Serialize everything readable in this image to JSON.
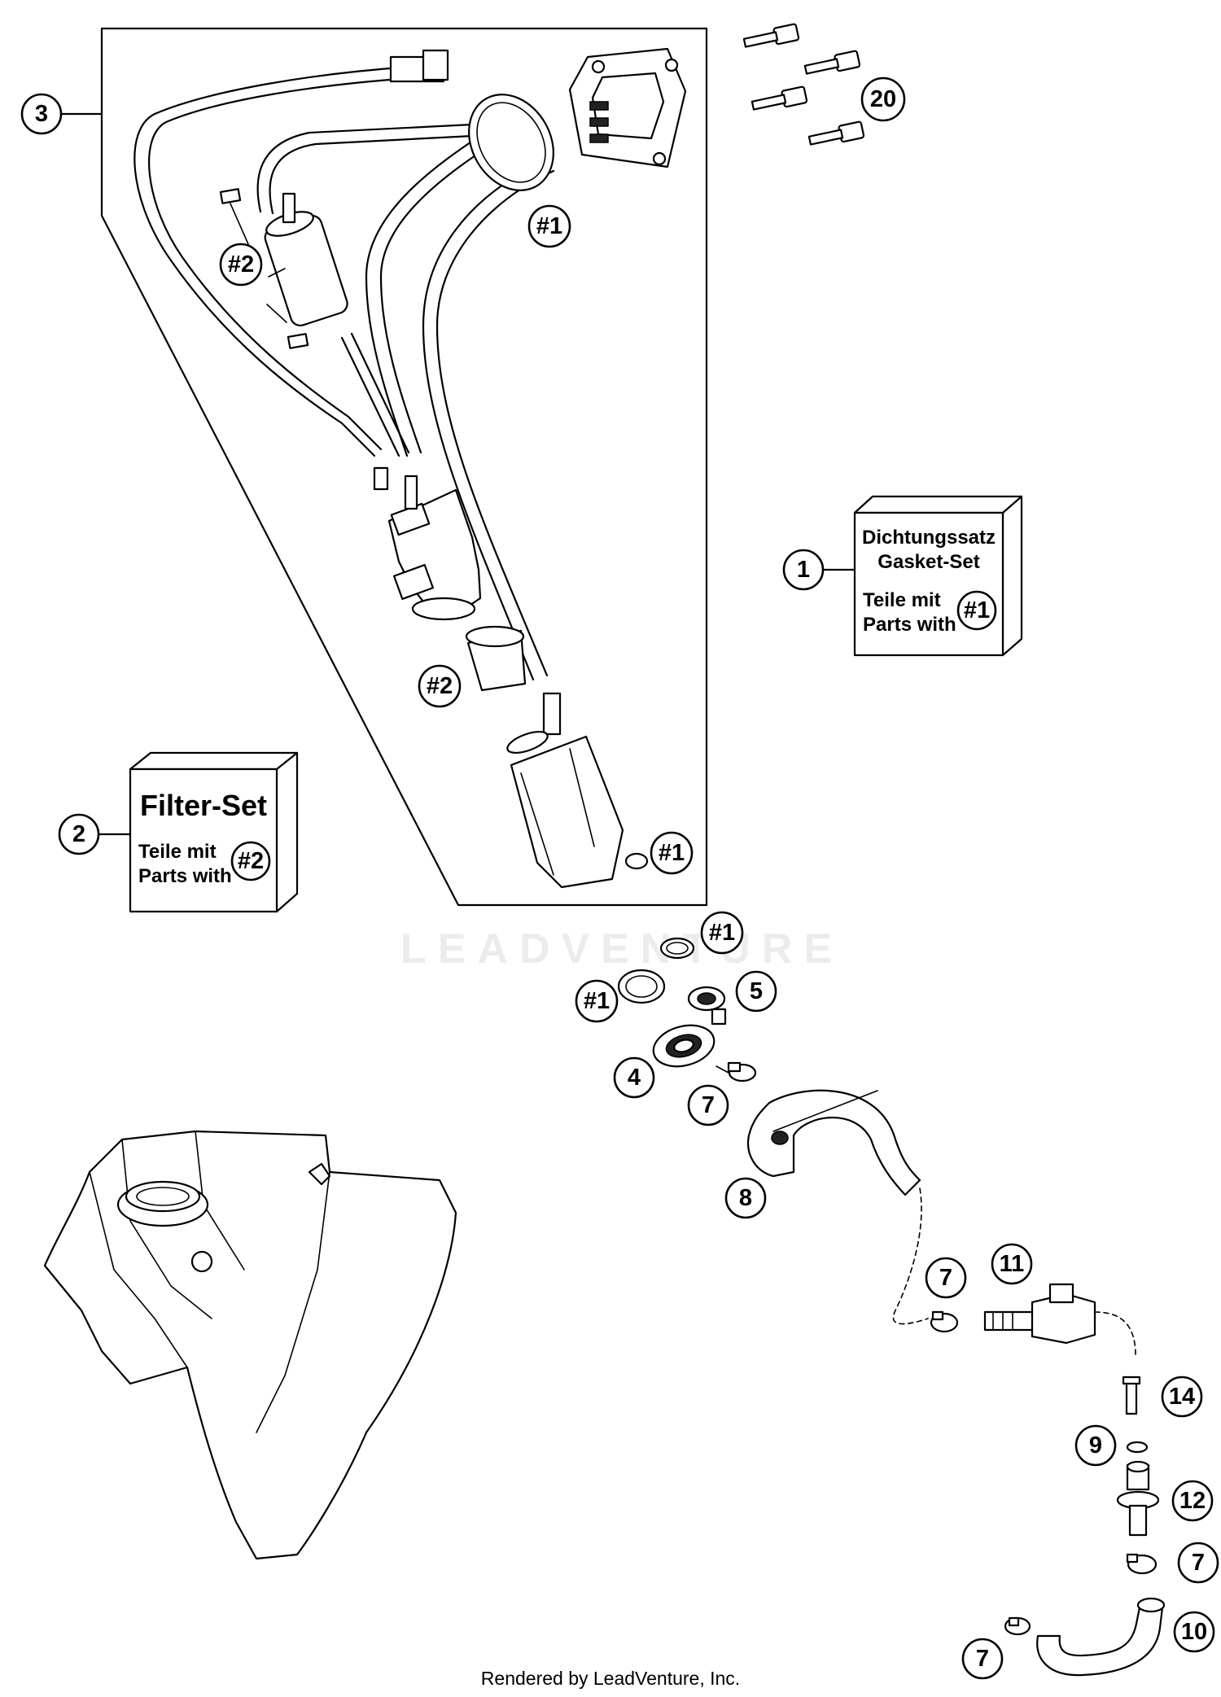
{
  "callouts": {
    "c1": "1",
    "c2": "2",
    "c3": "3",
    "c4": "4",
    "c5": "5",
    "c7a": "7",
    "c7b": "7",
    "c7c": "7",
    "c7d": "7",
    "c8": "8",
    "c9": "9",
    "c10": "10",
    "c11": "11",
    "c12": "12",
    "c14": "14",
    "c20": "20",
    "h1_seal": "#1",
    "h1_pump": "#1",
    "h1_ring_top": "#1",
    "h1_ring_left": "#1",
    "h2_filter": "#2",
    "h2_sleeve": "#2"
  },
  "kit_boxes": {
    "gasket": {
      "line1": "Dichtungssatz",
      "line2": "Gasket-Set",
      "teile": "Teile mit",
      "parts": "Parts with",
      "ref": "#1"
    },
    "filter": {
      "title": "Filter-Set",
      "teile": "Teile mit",
      "parts": "Parts with",
      "ref": "#2"
    }
  },
  "watermark": "LEADVENTURE",
  "footer": "Rendered by LeadVenture, Inc."
}
